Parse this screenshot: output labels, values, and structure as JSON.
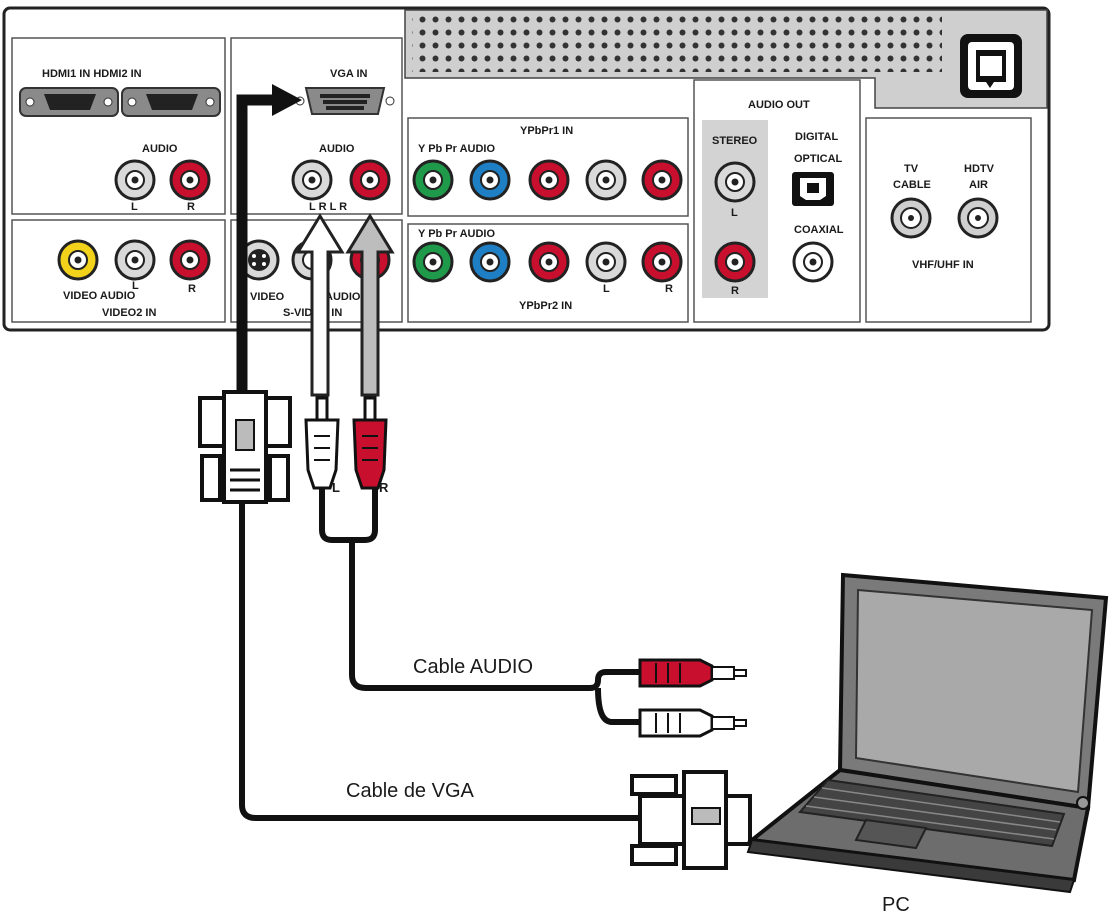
{
  "tv_panel": {
    "hdmi_label": "HDMI1 IN HDMI2 IN",
    "hdmi_audio_label": "AUDIO",
    "hdmi_audio_l": "L",
    "hdmi_audio_r": "R",
    "vga_label": "VGA IN",
    "vga_audio_label": "AUDIO",
    "vga_audio_lr": "L R L R",
    "ypbpr1_title": "YPbPr1 IN",
    "ypbpr1_sub": "Y Pb Pr AUDIO",
    "ypbpr2_sub": "Y Pb Pr AUDIO",
    "ypbpr2_title": "YPbPr2 IN",
    "ypbpr2_l": "L",
    "ypbpr2_r": "R",
    "audio_out_label": "AUDIO OUT",
    "stereo_label": "STEREO",
    "stereo_l": "L",
    "stereo_r": "R",
    "digital_label": "DIGITAL",
    "optical_label": "OPTICAL",
    "coaxial_label": "COAXIAL",
    "tv_label": "TV",
    "cable_label": "CABLE",
    "hdtv_label": "HDTV",
    "air_label": "AIR",
    "vhf_label": "VHF/UHF IN",
    "video2_audio_label": "VIDEO AUDIO",
    "video2_l": "L",
    "video2_r": "R",
    "video2_label": "VIDEO2 IN",
    "svideo_video_label": "VIDEO",
    "svideo_audio_label": "AUDIO",
    "svideo_label": "S-VIDEO IN"
  },
  "plug_left_label": "L",
  "plug_right_label": "R",
  "cable_audio_label": "Cable AUDIO",
  "cable_vga_label": "Cable de VGA",
  "pc_label": "PC",
  "colors": {
    "white_jack": "#d9d9d9",
    "red_jack": "#c8102e",
    "yellow_jack": "#f2d21b",
    "green_jack": "#1f9a4a",
    "blue_jack": "#1f7fc4",
    "cable": "#111111"
  }
}
